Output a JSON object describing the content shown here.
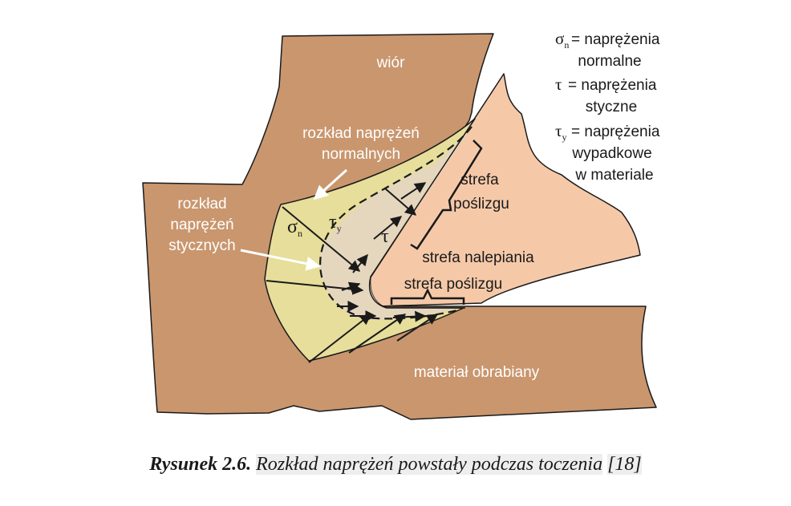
{
  "labels": {
    "chip": "wiór",
    "normal_dist": [
      "rozkład naprężeń",
      "normalnych"
    ],
    "shear_dist": [
      "rozkład",
      "naprężeń",
      "stycznych"
    ],
    "sliding_zone_top": [
      "strefa",
      "poślizgu"
    ],
    "sticking_zone": "strefa nalepiania",
    "sliding_zone_bottom": "strefa poślizgu",
    "workpiece": "materiał obrabiany"
  },
  "symbols": {
    "sigma": "σ",
    "sigma_sub": "n",
    "tau_y": "τ",
    "tau_y_sub": "y",
    "tau": "τ"
  },
  "legend": [
    {
      "symbol": "σ",
      "sub": "n",
      "lines": [
        "= naprężenia",
        "normalne"
      ]
    },
    {
      "symbol": "τ",
      "sub": "",
      "lines": [
        "= naprężenia",
        "styczne"
      ]
    },
    {
      "symbol": "τ",
      "sub": "y",
      "lines": [
        "= naprężenia",
        "wypadkowe",
        "w materiale"
      ]
    }
  ],
  "caption": {
    "label": "Rysunek 2.6.",
    "text": "Rozkład naprężeń powstały podczas toczenia",
    "ref": "[18]"
  },
  "colors": {
    "chip_workpiece": "#c9966e",
    "tool": "#f5c9a8",
    "normal_zone": "#e6de9a",
    "shear_zone": "#e5d6be",
    "outline": "#1a1a1a"
  }
}
